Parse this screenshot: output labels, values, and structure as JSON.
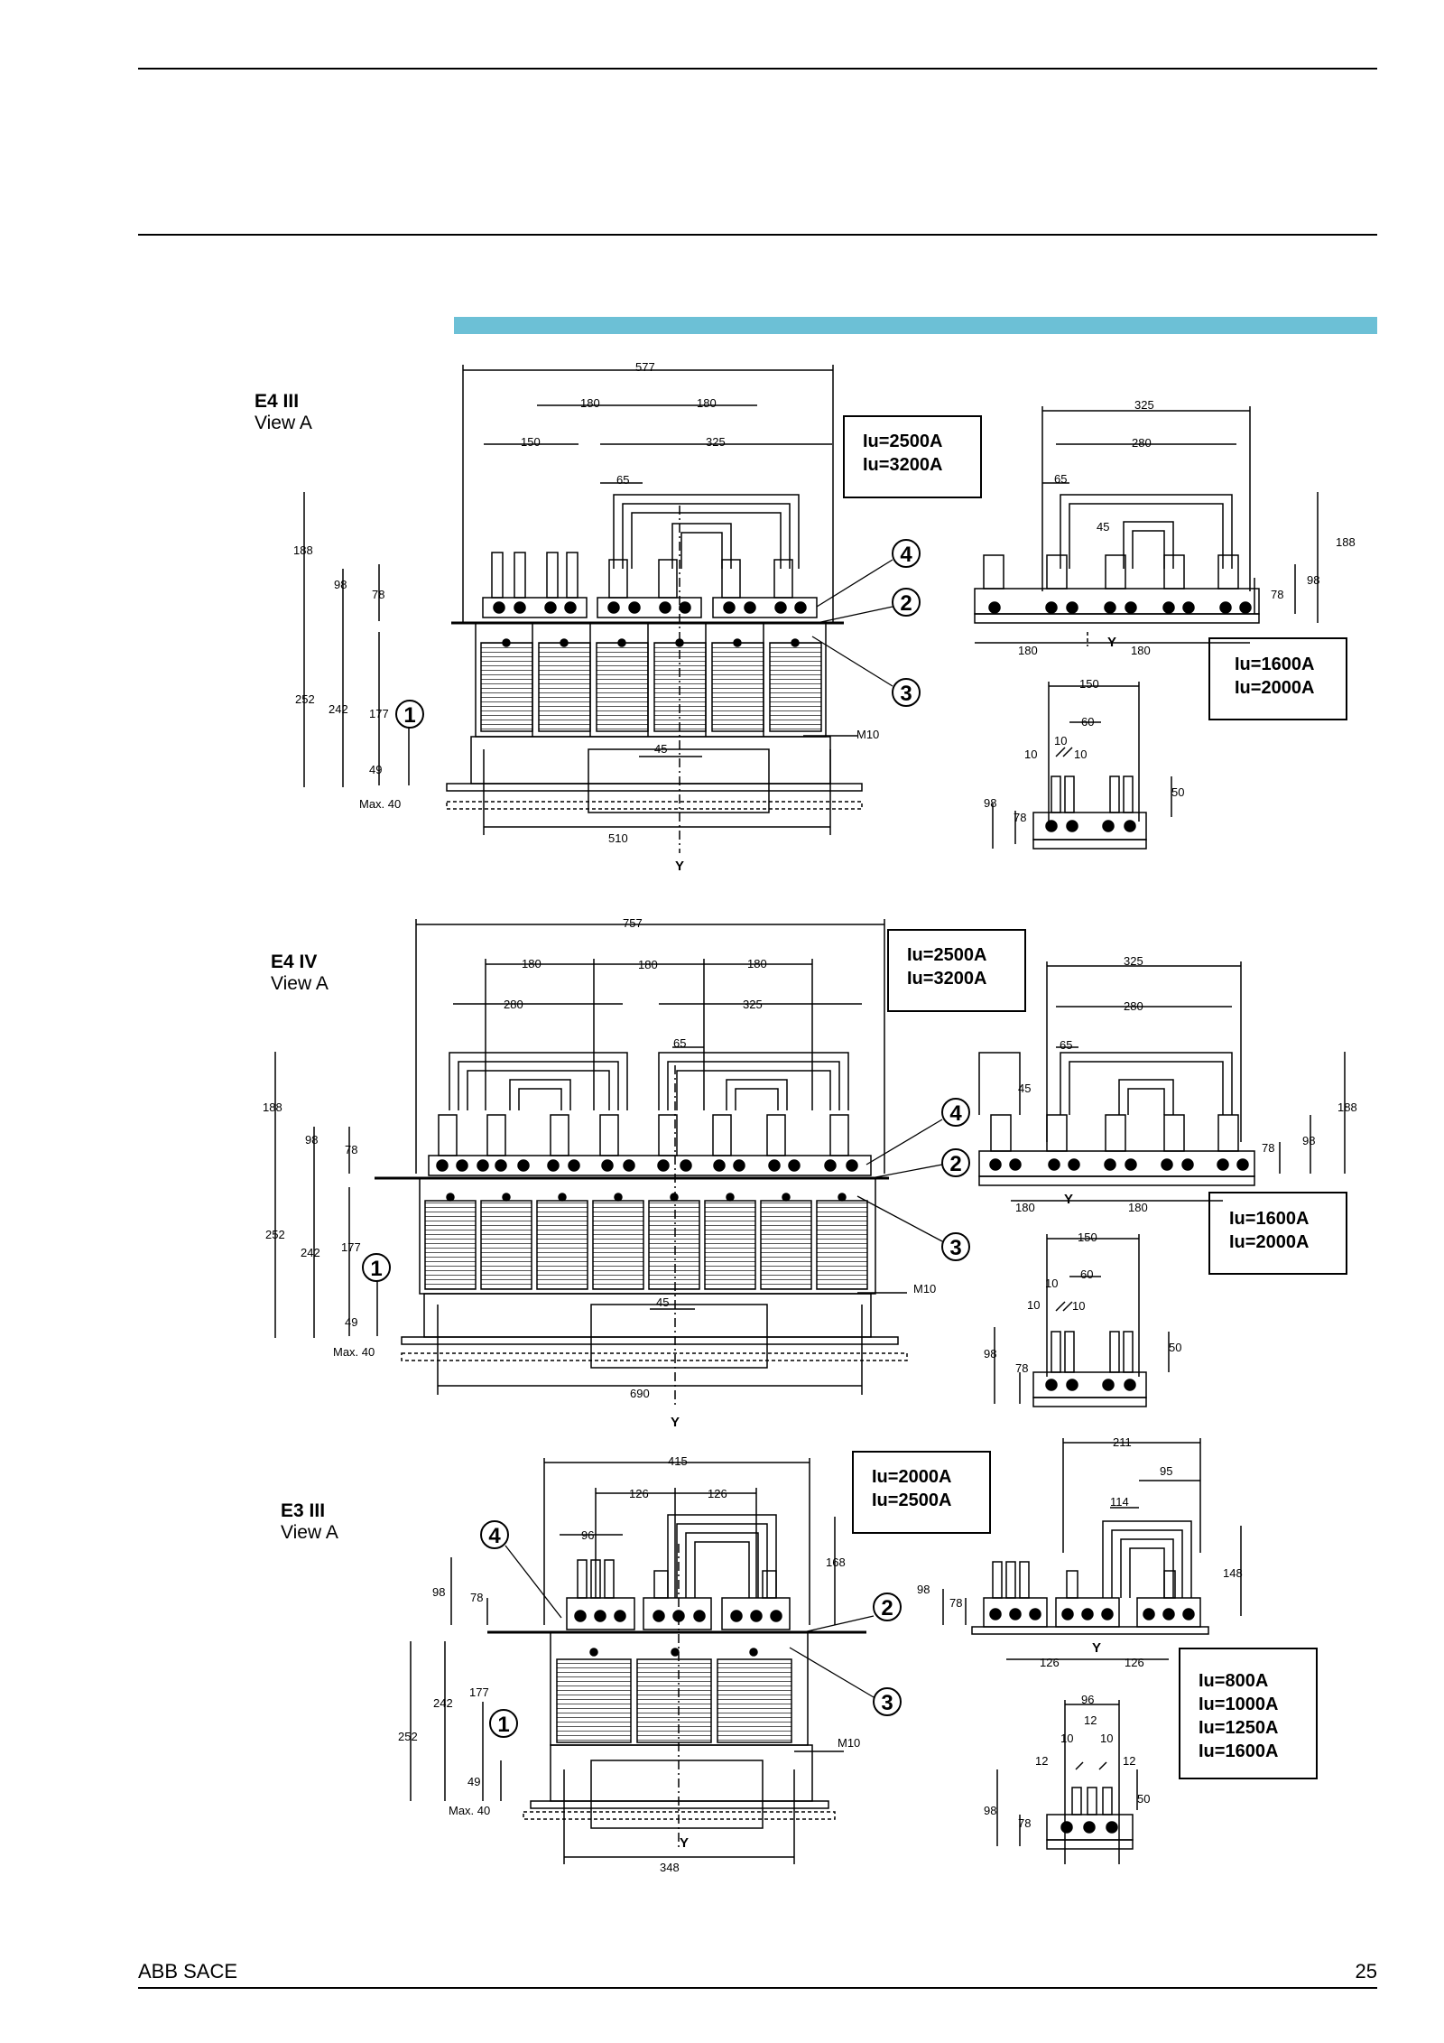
{
  "footer": {
    "company": "ABB SACE",
    "page_number": "25"
  },
  "drawings": [
    {
      "id": "e4-iii",
      "title": "E4 III",
      "view": "View A",
      "main_ratings": [
        "Iu=2500A",
        "Iu=3200A"
      ],
      "side_ratings": [
        "Iu=1600A",
        "Iu=2000A"
      ],
      "main_dims": {
        "overall": "577",
        "pitch_a": "180",
        "pitch_b": "180",
        "left_width": "150",
        "right_width": "325",
        "gap": "65",
        "h_total": "188",
        "h_mid": "98",
        "h_low": "78",
        "body_total": "252",
        "body_mid": "242",
        "body_low": "177",
        "base": "49",
        "max": "Max. 40",
        "bottom": "510",
        "inner": "45",
        "screw": "M10",
        "axis": "Y"
      },
      "side_dims": {
        "top_width": "325",
        "inner_width": "280",
        "gap": "65",
        "inner": "45",
        "h_total": "188",
        "h_mid": "98",
        "h_low": "78",
        "pitch_a": "180",
        "pitch_b": "180",
        "axis": "Y"
      },
      "detail_dims": {
        "width": "150",
        "gap": "60",
        "small_a": "10",
        "small_b": "10",
        "small_c": "10",
        "h_mid": "98",
        "h_low": "78",
        "right": "50"
      },
      "callouts": [
        "1",
        "2",
        "3",
        "4"
      ]
    },
    {
      "id": "e4-iv",
      "title": "E4 IV",
      "view": "View A",
      "main_ratings": [
        "Iu=2500A",
        "Iu=3200A"
      ],
      "side_ratings": [
        "Iu=1600A",
        "Iu=2000A"
      ],
      "main_dims": {
        "overall": "757",
        "pitch_a": "180",
        "pitch_b": "180",
        "pitch_c": "180",
        "left_width": "280",
        "right_width": "325",
        "gap": "65",
        "h_total": "188",
        "h_mid": "98",
        "h_low": "78",
        "body_total": "252",
        "body_mid": "242",
        "body_low": "177",
        "base": "49",
        "max": "Max. 40",
        "bottom": "690",
        "inner": "45",
        "screw": "M10",
        "axis": "Y"
      },
      "side_dims": {
        "top_width": "325",
        "inner_width": "280",
        "gap": "65",
        "inner": "45",
        "h_total": "188",
        "h_mid": "98",
        "h_low": "78",
        "pitch_a": "180",
        "pitch_b": "180",
        "axis": "Y"
      },
      "detail_dims": {
        "width": "150",
        "gap": "60",
        "small_a": "10",
        "small_b": "10",
        "small_c": "10",
        "h_mid": "98",
        "h_low": "78",
        "right": "50"
      },
      "callouts": [
        "1",
        "2",
        "3",
        "4"
      ]
    },
    {
      "id": "e3-iii",
      "title": "E3 III",
      "view": "View A",
      "main_ratings": [
        "Iu=2000A",
        "Iu=2500A"
      ],
      "side_ratings": [
        "Iu=800A",
        "Iu=1000A",
        "Iu=1250A",
        "Iu=1600A"
      ],
      "main_dims": {
        "overall": "415",
        "pitch_a": "126",
        "pitch_b": "126",
        "left_width": "96",
        "h_total": "168",
        "h_mid": "98",
        "h_low": "78",
        "body_total": "252",
        "body_mid": "242",
        "body_low": "177",
        "base": "49",
        "max": "Max. 40",
        "bottom": "348",
        "screw": "M10",
        "axis": "Y"
      },
      "side_dims": {
        "top_width": "211",
        "inner_width": "95",
        "inner": "114",
        "h_total": "148",
        "h_mid": "98",
        "h_low": "78",
        "pitch_a": "126",
        "pitch_b": "126",
        "axis": "Y"
      },
      "detail_dims": {
        "width": "96",
        "small_a": "12",
        "small_b": "10",
        "small_c": "10",
        "left": "12",
        "right_small": "12",
        "h_mid": "98",
        "h_low": "78",
        "right": "50"
      },
      "callouts": [
        "1",
        "2",
        "3",
        "4"
      ]
    }
  ]
}
